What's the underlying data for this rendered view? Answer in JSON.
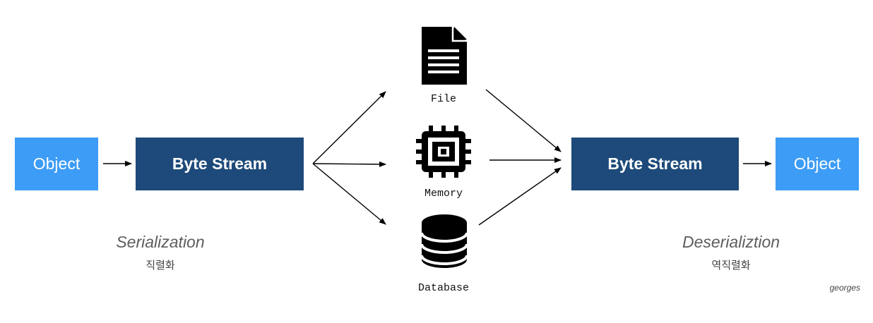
{
  "boxes": {
    "object_left": "Object",
    "byte_stream_left": "Byte Stream",
    "byte_stream_right": "Byte Stream",
    "object_right": "Object"
  },
  "storage": {
    "file": {
      "label": "File",
      "icon": "file-icon"
    },
    "memory": {
      "label": "Memory",
      "icon": "chip-icon"
    },
    "database": {
      "label": "Database",
      "icon": "database-icon"
    }
  },
  "captions": {
    "serialization_en": "Serialization",
    "serialization_ko": "직렬화",
    "deserialization_en": "Deserializtion",
    "deserialization_ko": "역직렬화"
  },
  "signature": "georges",
  "colors": {
    "object": "#3d9cf5",
    "byte_stream": "#1d4a7a",
    "icon": "#000000",
    "caption": "#5d5d5d"
  }
}
